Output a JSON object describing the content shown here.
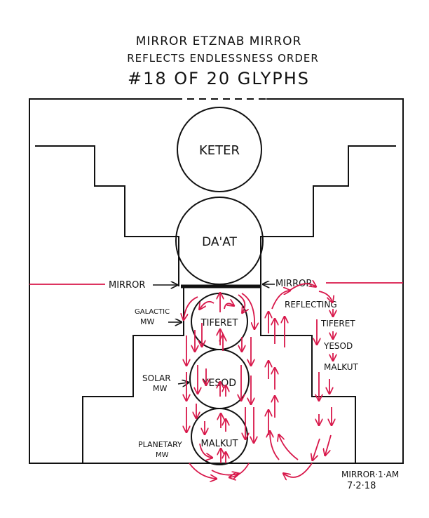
{
  "title": {
    "line1": "MIRROR     ETZNAB     MIRROR",
    "line2": "REFLECTS   ENDLESSNESS   ORDER",
    "line3": "#18 OF 20 GLYPHS"
  },
  "sefirot": {
    "keter": "KETER",
    "daat": "DA'AT",
    "tiferet": "TIFERET",
    "yesod": "YESOD",
    "malkut": "MALKUT"
  },
  "labels": {
    "mirror_left": "MIRROR",
    "mirror_right": "MIRROR",
    "galactic_1": "GALACTIC",
    "galactic_2": "MW",
    "solar_1": "SOLAR",
    "solar_2": "MW",
    "planetary_1": "PLANETARY",
    "planetary_2": "MW",
    "reflecting": "REFLECTING",
    "r_tiferet": "TIFERET",
    "r_yesod": "YESOD",
    "r_malkut": "MALKUT"
  },
  "signature": {
    "name": "MIRROR·1·AM",
    "date": "7·2·18"
  },
  "colors": {
    "ink": "#111111",
    "red": "#d8174a"
  }
}
